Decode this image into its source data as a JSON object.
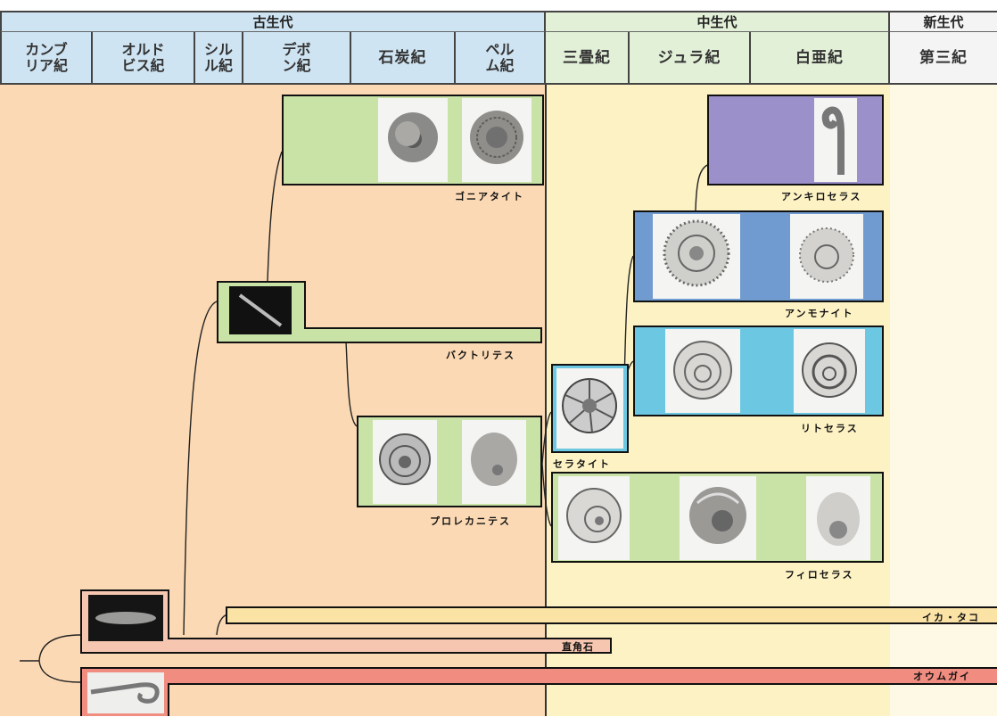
{
  "eras": {
    "paleozoic": "古生代",
    "mesozoic": "中生代",
    "cenozoic": "新生代"
  },
  "periods": {
    "cambrian": "カンブ\nリア紀",
    "ordovician": "オルド\nビス紀",
    "silurian": "シル\nル紀",
    "devonian": "デボ\nン紀",
    "carboniferous": "石炭紀",
    "permian": "ペル\nム紀",
    "triassic": "三畳紀",
    "jurassic": "ジュラ紀",
    "cretaceous": "白亜紀",
    "tertiary": "第三紀"
  },
  "groups": {
    "goniatite": "ゴニアタイト",
    "ancyloceras": "アンキロセラス",
    "ammonite": "アンモナイト",
    "bactrites": "バクトリテス",
    "lytoceras": "リトセラス",
    "ceratite": "セラタイト",
    "prolecanites": "プロレカニテス",
    "phylloceras": "フィロセラス",
    "squid_octopus": "イカ・タコ",
    "orthoceras": "直角石",
    "nautilus": "オウムガイ"
  },
  "colors": {
    "paleozoic_bg": "#fbd9b4",
    "mesozoic_bg": "#fdf2c4",
    "cenozoic_bg": "#fef9e4",
    "header_paleozoic": "#cfe4f2",
    "header_mesozoic": "#e3f0d8",
    "header_cenozoic": "#f4f4f4",
    "green_box": "#c9e3a6",
    "purple_box": "#9b90c9",
    "blue_box": "#6f9bd0",
    "cyan_box": "#6cc8e2",
    "squid_band": "#fbe3a6",
    "nautilus_band": "#f08c80",
    "orthoceras_band": "#f7c6b0"
  }
}
